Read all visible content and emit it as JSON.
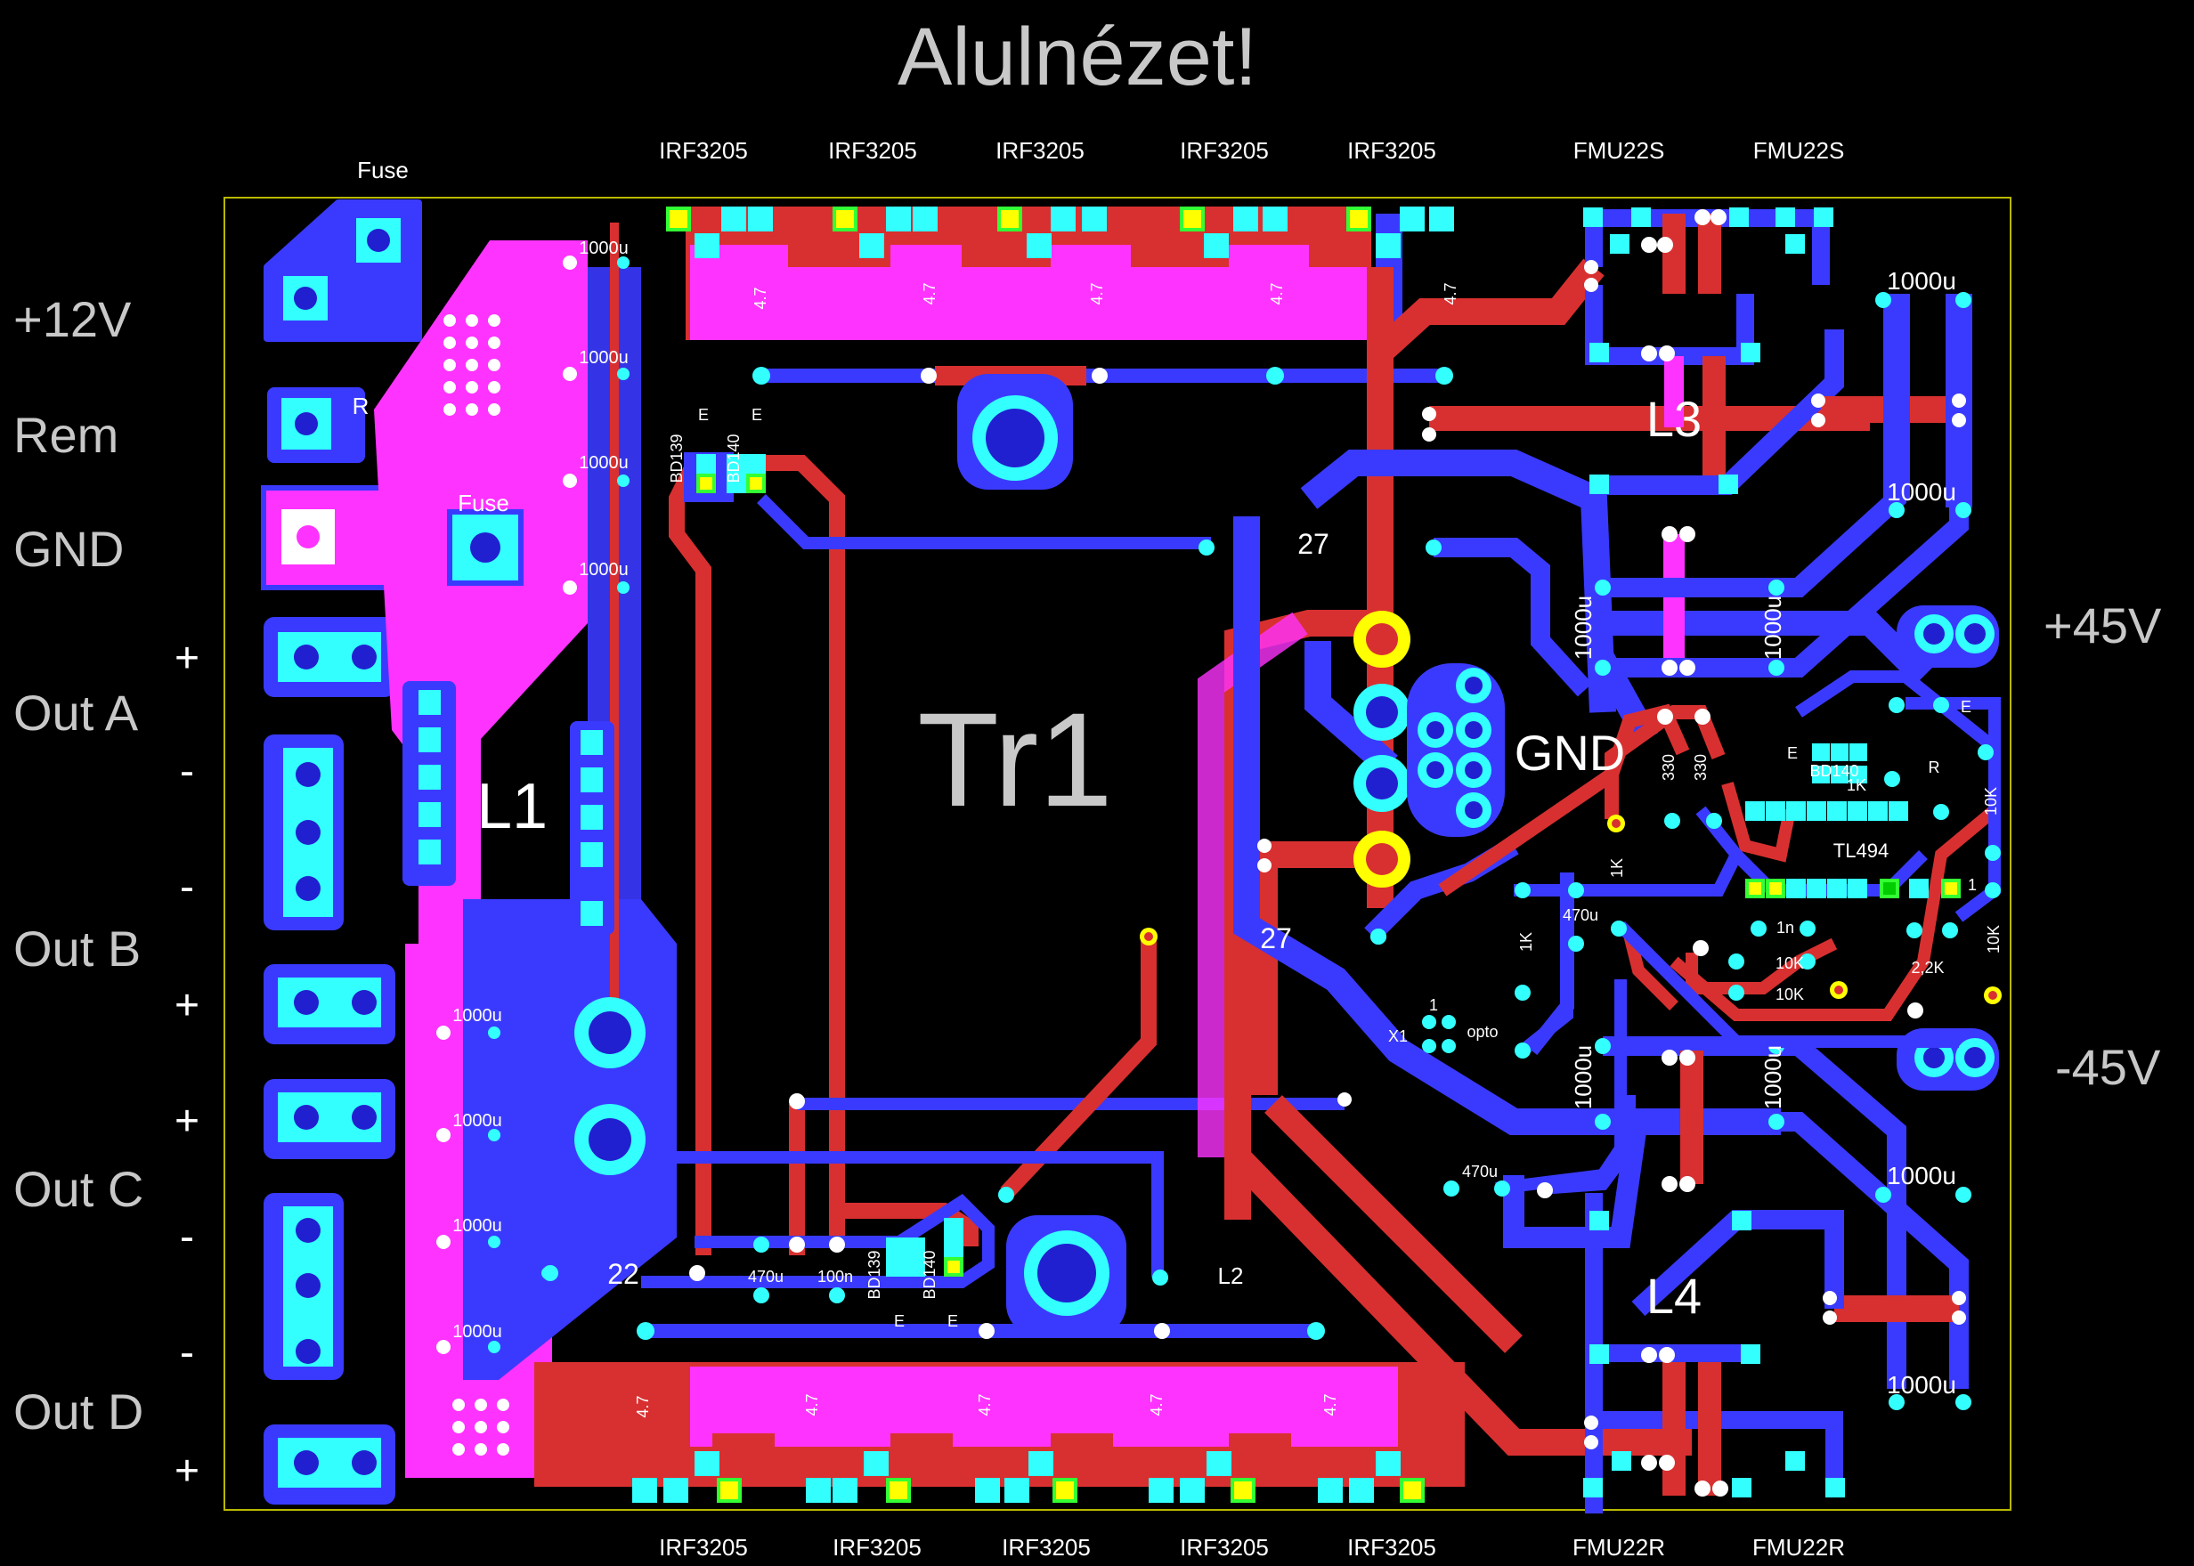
{
  "title": "Alulnézet!",
  "board_label": "Tr1",
  "left_labels": [
    {
      "id": "plus12v",
      "text": "+12V"
    },
    {
      "id": "rem",
      "text": "Rem"
    },
    {
      "id": "gnd",
      "text": "GND"
    },
    {
      "id": "outa",
      "text": "Out A"
    },
    {
      "id": "outb",
      "text": "Out B"
    },
    {
      "id": "outc",
      "text": "Out C"
    },
    {
      "id": "outd",
      "text": "Out D"
    }
  ],
  "polarity_signs": [
    "+",
    "-",
    "-",
    "+",
    "+",
    "-",
    "-",
    "+"
  ],
  "right_labels": {
    "plus45": "+45V",
    "minus45": "-45V"
  },
  "top_fets": [
    "IRF3205",
    "IRF3205",
    "IRF3205",
    "IRF3205",
    "IRF3205"
  ],
  "bottom_fets": [
    "IRF3205",
    "IRF3205",
    "IRF3205",
    "IRF3205",
    "IRF3205"
  ],
  "top_diodes": [
    "FMU22S",
    "FMU22S"
  ],
  "bottom_diodes": [
    "FMU22R",
    "FMU22R"
  ],
  "fuse_top": "Fuse",
  "fuse_inner": "Fuse",
  "r_label": "R",
  "inductors": {
    "l1": "L1",
    "l3": "L3",
    "l4": "L4",
    "l2": "L2"
  },
  "gnd_label": "GND",
  "res_27a": "27",
  "res_27b": "27",
  "res_22": "22",
  "caps_left": [
    "1000u",
    "1000u",
    "1000u",
    "1000u"
  ],
  "caps_left_bottom": [
    "1000u",
    "1000u",
    "1000u",
    "1000u"
  ],
  "caps_right": [
    "1000u",
    "1000u",
    "1000u",
    "1000u",
    "1000u",
    "1000u",
    "1000u",
    "1000u"
  ],
  "gate_res_top": [
    "4.7",
    "4.7",
    "4.7",
    "4.7",
    "4.7"
  ],
  "gate_res_bottom": [
    "4.7",
    "4.7",
    "4.7",
    "4.7",
    "4.7"
  ],
  "ic_label": "TL494",
  "bd139": "BD139",
  "bd140": "BD140",
  "e_label": "E",
  "small_parts": {
    "c470u_a": "470u",
    "c100n": "100n",
    "c470u_b": "470u",
    "c470u_c": "470u",
    "r1k_a": "1K",
    "r1k_b": "1K",
    "r1k_c": "1K",
    "r330_a": "330",
    "r330_b": "330",
    "r10k_a": "10K",
    "r10k_b": "10K",
    "r10k_c": "10K",
    "r10k_d": "10K",
    "c1n": "1n",
    "r2_2k": "2,2K",
    "x1": "X1",
    "opto": "opto",
    "pin1": "1",
    "pin1b": "1"
  }
}
